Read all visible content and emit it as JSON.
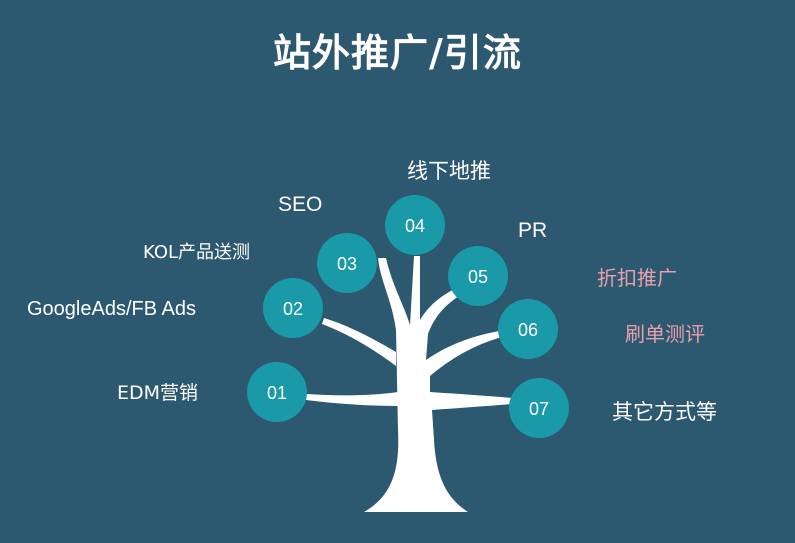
{
  "title": "站外推广/引流",
  "nodes": [
    {
      "number": "01",
      "label": "EDM营销"
    },
    {
      "number": "02",
      "label": "GoogleAds/FB Ads"
    },
    {
      "number": "03",
      "label": "KOL产品送测"
    },
    {
      "number": "04",
      "label": "线下地推"
    },
    {
      "number": "05",
      "label": "PR"
    },
    {
      "number": "06",
      "label": ""
    },
    {
      "number": "07",
      "label": "其它方式等"
    }
  ],
  "side_labels": [
    "折扣推广",
    "刷单测评"
  ],
  "extra_labels": [
    "SEO"
  ],
  "colors": {
    "background": "#2c5870",
    "node_fill": "#1a9aa8",
    "tree": "#ffffff",
    "label_text": "#ffffff",
    "accent_label": "#e9a0ad"
  }
}
